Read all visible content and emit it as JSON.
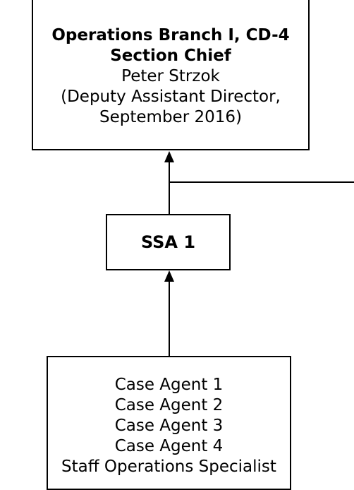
{
  "chart": {
    "chief": {
      "unit": "Operations Branch I, CD-4",
      "role": "Section Chief",
      "name": "Peter Strzok",
      "note_line1": "(Deputy Assistant Director,",
      "note_line2": "September 2016)"
    },
    "ssa": {
      "label": "SSA 1"
    },
    "agents": {
      "items": [
        "Case Agent 1",
        "Case Agent 2",
        "Case Agent 3",
        "Case Agent 4",
        "Staff Operations Specialist"
      ]
    }
  },
  "colors": {
    "line": "#000000",
    "background": "#ffffff"
  }
}
